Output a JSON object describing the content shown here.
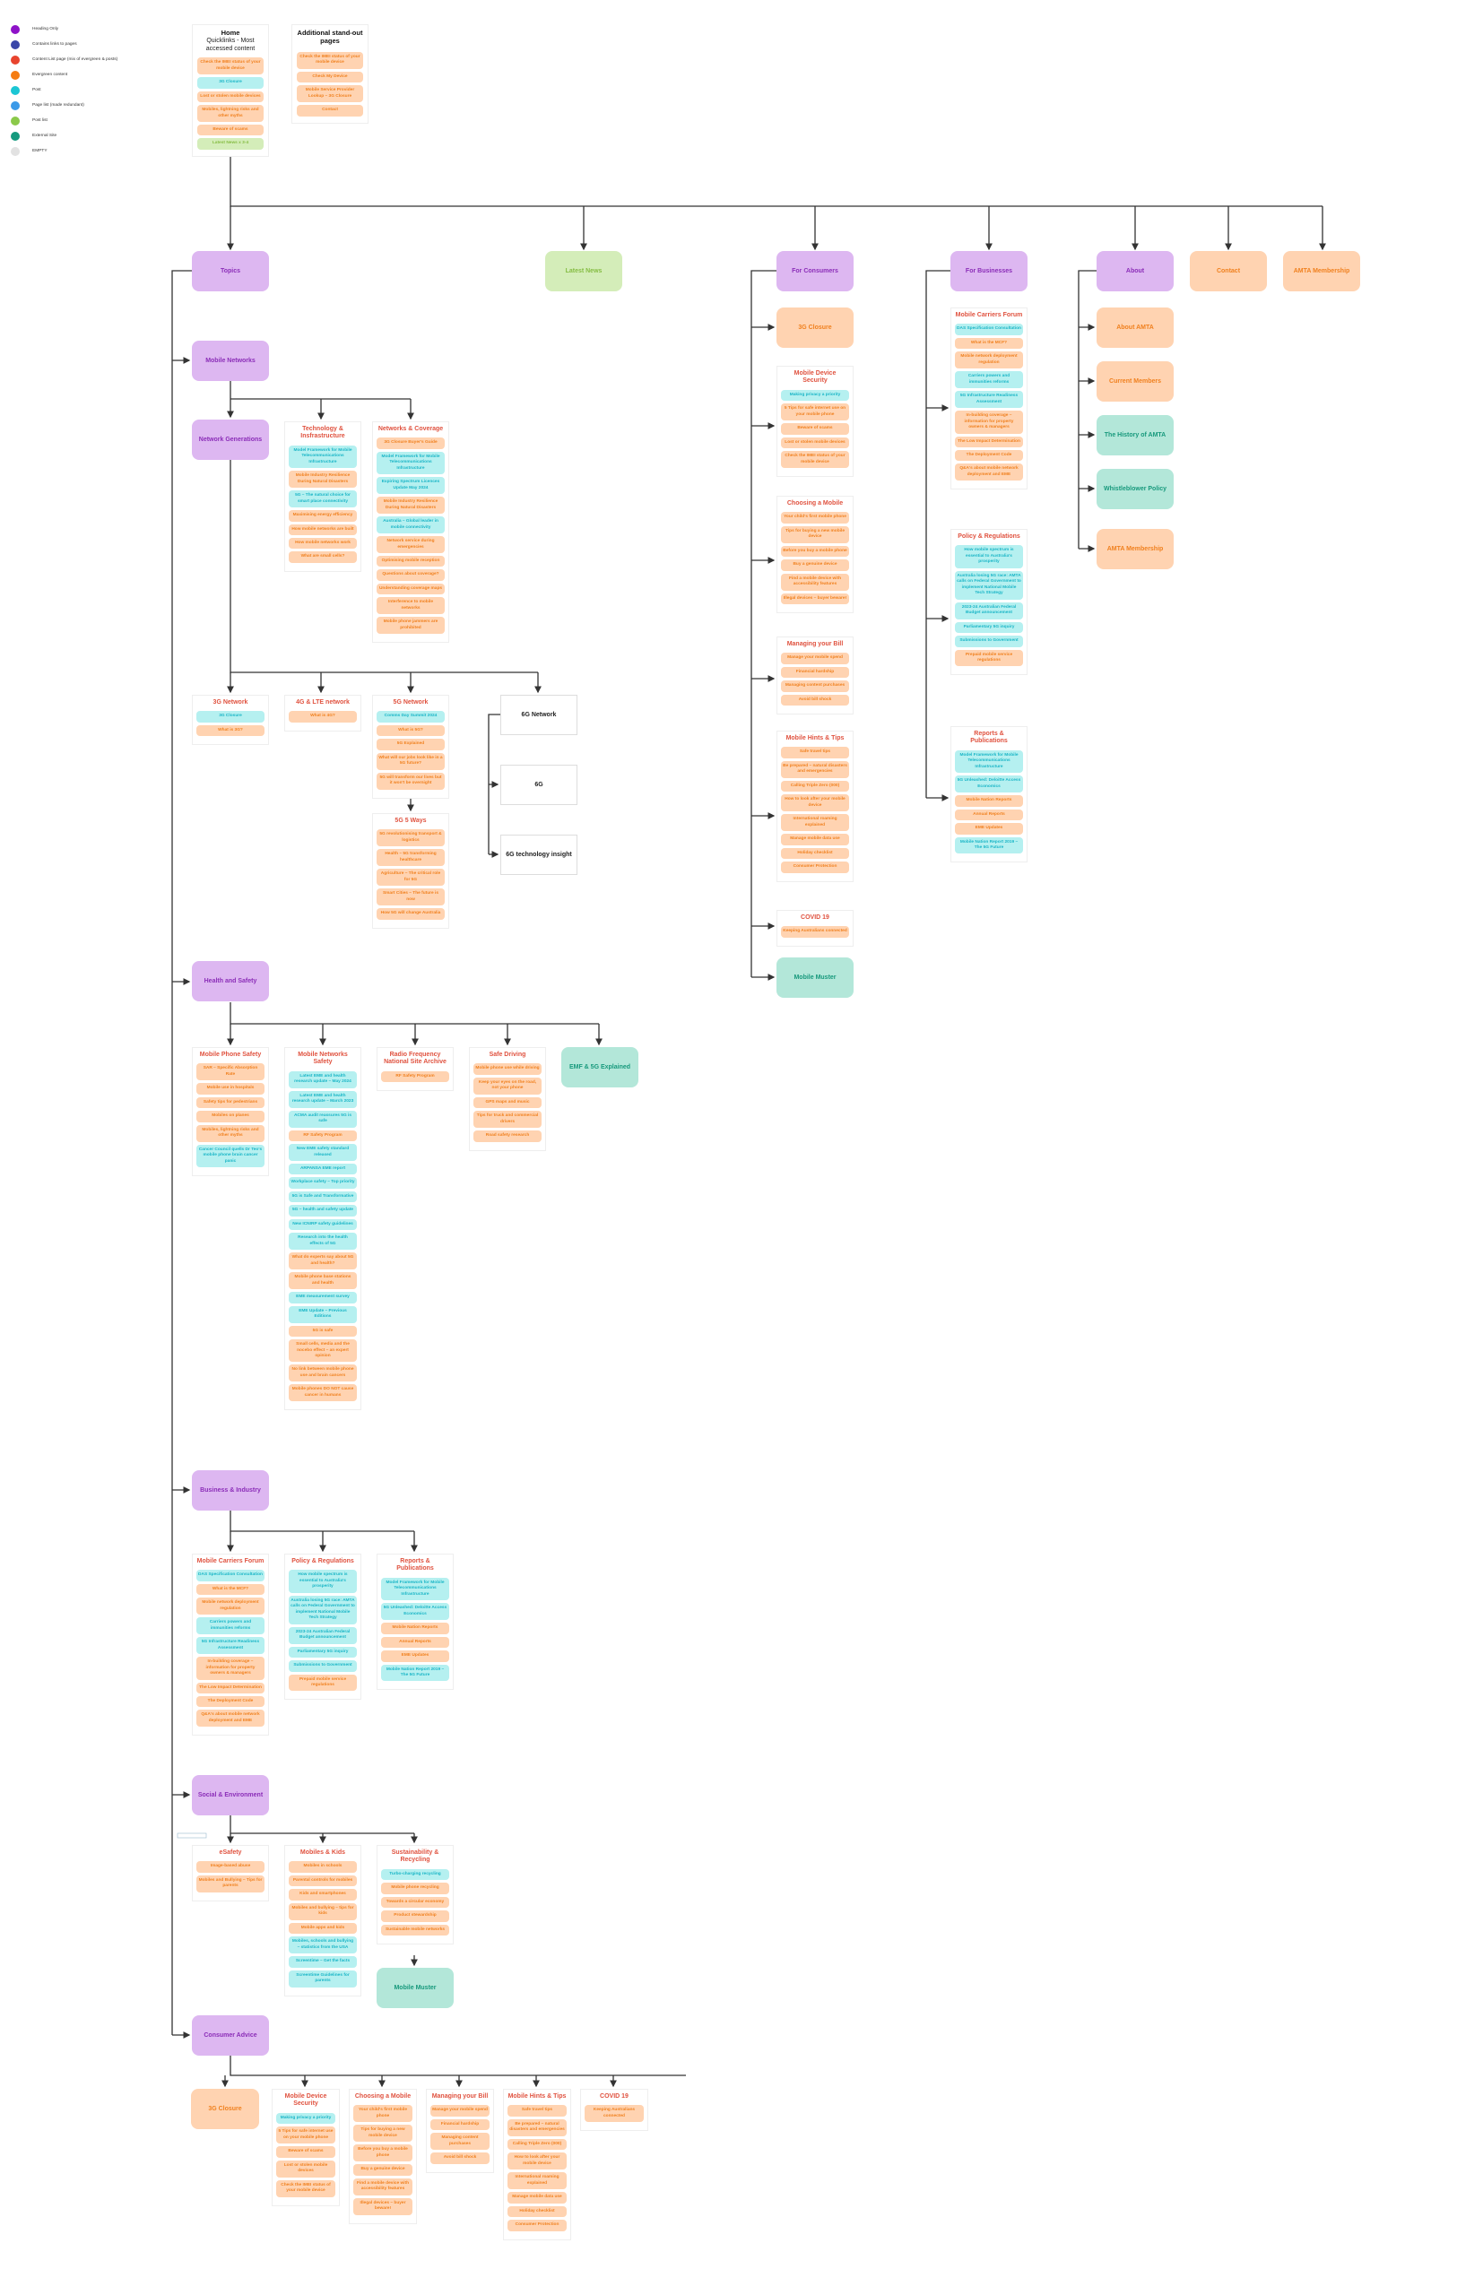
{
  "legend": [
    {
      "label": "Heading Only",
      "color": "#8e12c8"
    },
    {
      "label": "Contains links to pages",
      "color": "#3a46a8"
    },
    {
      "label": "Content List page (mix of evergreen & posts)",
      "color": "#e8442e"
    },
    {
      "label": "Evergreen content",
      "color": "#f57c12"
    },
    {
      "label": "Post",
      "color": "#1bc6d4"
    },
    {
      "label": "Page list (made redundant)",
      "color": "#3b9ae8"
    },
    {
      "label": "Post list",
      "color": "#8bc94a"
    },
    {
      "label": "External Site",
      "color": "#159a7e"
    },
    {
      "label": "EMPTY",
      "color": "#e2e2e2"
    }
  ],
  "home": {
    "title": "Home",
    "subtitle": "Quicklinks - Most accessed content",
    "items": [
      {
        "t": "Check the IMEI status of your mobile device",
        "k": "e"
      },
      {
        "t": "3G Closure",
        "k": "p"
      },
      {
        "t": "Lost or stolen mobile devices",
        "k": "e"
      },
      {
        "t": "Mobiles, lightning risks and other myths",
        "k": "e"
      },
      {
        "t": "Beware of scams",
        "k": "e"
      },
      {
        "t": "Latest News x 3-4",
        "k": "n"
      }
    ]
  },
  "additional": {
    "title": "Additional stand-out pages",
    "items": [
      {
        "t": "Check the IMEI status of your mobile device",
        "k": "e"
      },
      {
        "t": "Check My Device",
        "k": "e"
      },
      {
        "t": "Mobile Service Provider Lookup – 3G Closure",
        "k": "e"
      },
      {
        "t": "Contact",
        "k": "e"
      }
    ]
  },
  "nodes": {
    "topics": "Topics",
    "latest_news": "Latest News",
    "for_consumers": "For Consumers",
    "for_businesses": "For Businesses",
    "about": "About",
    "contact": "Contact",
    "amta_membership": "AMTA Membership",
    "closure_3g": "3G Closure",
    "mobile_muster": "Mobile Muster",
    "about_amta": "About AMTA",
    "current_members": "Current Members",
    "history": "The History of AMTA",
    "whistleblower": "Whistleblower Policy",
    "mobile_networks": "Mobile Networks",
    "network_generations": "Network Generations",
    "network_6g": "6G Network",
    "g6": "6G",
    "g6_insight": "6G technology insight",
    "health_safety": "Health and Safety",
    "emf_5g": "EMF & 5G Explained",
    "business_industry": "Business & Industry",
    "social_environment": "Social & Environment",
    "consumer_advice": "Consumer Advice"
  },
  "lists": {
    "mds": {
      "title": "Mobile Device Security",
      "items": [
        {
          "t": "Making privacy a priority",
          "k": "p"
        },
        {
          "t": "5 Tips for safe internet use on your mobile phone",
          "k": "e"
        },
        {
          "t": "Beware of scams",
          "k": "e"
        },
        {
          "t": "Lost or stolen mobile devices",
          "k": "e"
        },
        {
          "t": "Check the IMEI status of your mobile device",
          "k": "e"
        }
      ]
    },
    "choosing": {
      "title": "Choosing a Mobile",
      "items": [
        {
          "t": "Your child's first mobile phone",
          "k": "e"
        },
        {
          "t": "Tips for buying a new mobile device",
          "k": "e"
        },
        {
          "t": "Before you buy a mobile phone",
          "k": "e"
        },
        {
          "t": "Buy a genuine device",
          "k": "e"
        },
        {
          "t": "Find a mobile device with accessibility features",
          "k": "e"
        },
        {
          "t": "Illegal devices – buyer beware!",
          "k": "e"
        }
      ]
    },
    "bill": {
      "title": "Managing your Bill",
      "items": [
        {
          "t": "Manage your mobile spend",
          "k": "e"
        },
        {
          "t": "Financial hardship",
          "k": "e"
        },
        {
          "t": "Managing content purchases",
          "k": "e"
        },
        {
          "t": "Avoid bill shock",
          "k": "e"
        }
      ]
    },
    "hints": {
      "title": "Mobile Hints & Tips",
      "items": [
        {
          "t": "Safe travel tips",
          "k": "e"
        },
        {
          "t": "Be prepared – natural disasters and emergencies",
          "k": "e"
        },
        {
          "t": "Calling Triple Zero (000)",
          "k": "e"
        },
        {
          "t": "How to look after your mobile device",
          "k": "e"
        },
        {
          "t": "International roaming explained",
          "k": "e"
        },
        {
          "t": "Manage mobile data use",
          "k": "e"
        },
        {
          "t": "Holiday checklist",
          "k": "e"
        },
        {
          "t": "Consumer Protection",
          "k": "e"
        }
      ]
    },
    "covid": {
      "title": "COVID 19",
      "items": [
        {
          "t": "Keeping Australians connected",
          "k": "e"
        }
      ]
    },
    "mcf": {
      "title": "Mobile Carriers Forum",
      "items": [
        {
          "t": "DAS Specification Consultation",
          "k": "p"
        },
        {
          "t": "What is the MCF?",
          "k": "e"
        },
        {
          "t": "Mobile network deployment regulation",
          "k": "e"
        },
        {
          "t": "Carriers powers and immunities reforms",
          "k": "p"
        },
        {
          "t": "5G Infrastructure Readiness Assessment",
          "k": "p"
        },
        {
          "t": "In-building coverage – information for property owners & managers",
          "k": "e"
        },
        {
          "t": "The Low Impact Determination",
          "k": "e"
        },
        {
          "t": "The Deployment Code",
          "k": "e"
        },
        {
          "t": "Q&A's about mobile network deployment and EME",
          "k": "e"
        }
      ]
    },
    "policy": {
      "title": "Policy & Regulations",
      "items": [
        {
          "t": "How mobile spectrum is essential to Australia's prosperity",
          "k": "p"
        },
        {
          "t": "Australia losing 5G race: AMTA calls on Federal Government to implement National Mobile Tech Strategy",
          "k": "p"
        },
        {
          "t": "2023-24 Australian Federal Budget announcement",
          "k": "p"
        },
        {
          "t": "Parliamentary 5G inquiry",
          "k": "p"
        },
        {
          "t": "Submissions to Government",
          "k": "p"
        },
        {
          "t": "Prepaid mobile service regulations",
          "k": "e"
        }
      ]
    },
    "reports": {
      "title": "Reports & Publications",
      "items": [
        {
          "t": "Model Framework for Mobile Telecommunications Infrastructure",
          "k": "p"
        },
        {
          "t": "5G Unleashed: Deloitte Access Economics",
          "k": "p"
        },
        {
          "t": "Mobile Nation Reports",
          "k": "e"
        },
        {
          "t": "Annual Reports",
          "k": "e"
        },
        {
          "t": "EME Updates",
          "k": "e"
        },
        {
          "t": "Mobile Nation Report 2019 – The 5G Future",
          "k": "p"
        }
      ]
    },
    "tech": {
      "title": "Technology & Insfrastructure",
      "items": [
        {
          "t": "Model Framework for Mobile Telecommunications Infrastructure",
          "k": "p"
        },
        {
          "t": "Mobile Industry Resilience During Natural Disasters",
          "k": "e"
        },
        {
          "t": "5G – The natural choice for smart place connectivity",
          "k": "p"
        },
        {
          "t": "Maximising energy efficiency",
          "k": "e"
        },
        {
          "t": "How mobile networks are built",
          "k": "e"
        },
        {
          "t": "How mobile networks work",
          "k": "e"
        },
        {
          "t": "What are small cells?",
          "k": "e"
        }
      ]
    },
    "coverage": {
      "title": "Networks & Coverage",
      "items": [
        {
          "t": "3G Closure Buyer's Guide",
          "k": "e"
        },
        {
          "t": "Model Framework for Mobile Telecommunications Infrastructure",
          "k": "p"
        },
        {
          "t": "Expiring Spectrum Licences Update May 2024",
          "k": "p"
        },
        {
          "t": "Mobile Industry Resilience During Natural Disasters",
          "k": "e"
        },
        {
          "t": "Australia – Global leader in mobile connectivity",
          "k": "p"
        },
        {
          "t": "Network service during emergencies",
          "k": "e"
        },
        {
          "t": "Optimising mobile reception",
          "k": "e"
        },
        {
          "t": "Questions about coverage?",
          "k": "e"
        },
        {
          "t": "Understanding coverage maps",
          "k": "e"
        },
        {
          "t": "Interference to mobile networks",
          "k": "e"
        },
        {
          "t": "Mobile phone jammers are prohibited",
          "k": "e"
        }
      ]
    },
    "n3g": {
      "title": "3G Network",
      "items": [
        {
          "t": "3G Closure",
          "k": "p"
        },
        {
          "t": "What is 3G?",
          "k": "e"
        }
      ]
    },
    "n4g": {
      "title": "4G & LTE network",
      "items": [
        {
          "t": "What is 4G?",
          "k": "e"
        }
      ]
    },
    "n5g": {
      "title": "5G Network",
      "items": [
        {
          "t": "Comms Day Summit 2024",
          "k": "p"
        },
        {
          "t": "What is 5G?",
          "k": "e"
        },
        {
          "t": "5G Explained",
          "k": "e"
        },
        {
          "t": "What will our jobs look like in a 5G future?",
          "k": "e"
        },
        {
          "t": "5G will transform our lives but it won't be overnight",
          "k": "e"
        }
      ]
    },
    "ways5g": {
      "title": "5G 5 Ways",
      "items": [
        {
          "t": "5G revolutionising transport & logistics",
          "k": "e"
        },
        {
          "t": "Health – 5G transforming healthcare",
          "k": "e"
        },
        {
          "t": "Agriculture – The critical role for 5G",
          "k": "e"
        },
        {
          "t": "Smart Cities – The future is now",
          "k": "e"
        },
        {
          "t": "How 5G will change Australia",
          "k": "e"
        }
      ]
    },
    "mps": {
      "title": "Mobile Phone Safety",
      "items": [
        {
          "t": "SAR – Specific Absorption Rate",
          "k": "e"
        },
        {
          "t": "Mobile use in hospitals",
          "k": "e"
        },
        {
          "t": "Safety tips for pedestrians",
          "k": "e"
        },
        {
          "t": "Mobiles on planes",
          "k": "e"
        },
        {
          "t": "Mobiles, lightning risks and other myths",
          "k": "e"
        },
        {
          "t": "Cancer Council quells Dr Teo's mobile phone brain cancer panic",
          "k": "p"
        }
      ]
    },
    "mns": {
      "title": "Mobile Networks Safety",
      "items": [
        {
          "t": "Latest EME and health research update – May 2024",
          "k": "p"
        },
        {
          "t": "Latest EME and health research update – March 2023",
          "k": "p"
        },
        {
          "t": "ACMA audit reassures 5G is safe",
          "k": "p"
        },
        {
          "t": "RF Safety Program",
          "k": "e"
        },
        {
          "t": "New EME safety standard released",
          "k": "p"
        },
        {
          "t": "ARPANSA EME report",
          "k": "p"
        },
        {
          "t": "Workplace safety – Top priority",
          "k": "p"
        },
        {
          "t": "5G is Safe and Transformative",
          "k": "p"
        },
        {
          "t": "5G – health and safety update",
          "k": "p"
        },
        {
          "t": "New ICNIRP safety guidelines",
          "k": "p"
        },
        {
          "t": "Research into the health effects of 5G",
          "k": "p"
        },
        {
          "t": "What do experts say about 5G and health?",
          "k": "e"
        },
        {
          "t": "Mobile phone base stations and health",
          "k": "e"
        },
        {
          "t": "EME measurement survey",
          "k": "p"
        },
        {
          "t": "EME Update – Previous Editions",
          "k": "p"
        },
        {
          "t": "5G is safe",
          "k": "e"
        },
        {
          "t": "Small cells, media and the nocebo effect – an expert opinion",
          "k": "e"
        },
        {
          "t": "No link between mobile phone use and brain cancers",
          "k": "e"
        },
        {
          "t": "Mobile phones DO NOT cause cancer in humans",
          "k": "e"
        }
      ]
    },
    "rf": {
      "title": "Radio Frequency National Site Archive",
      "items": [
        {
          "t": "RF Safety Program",
          "k": "e"
        }
      ]
    },
    "driving": {
      "title": "Safe Driving",
      "items": [
        {
          "t": "Mobile phone use while driving",
          "k": "e"
        },
        {
          "t": "Keep your eyes on the road, not your phone",
          "k": "e"
        },
        {
          "t": "GPS maps and music",
          "k": "e"
        },
        {
          "t": "Tips for truck and commercial drivers",
          "k": "e"
        },
        {
          "t": "Road safety research",
          "k": "e"
        }
      ]
    },
    "esafety": {
      "title": "eSafety",
      "items": [
        {
          "t": "Image-based abuse",
          "k": "e"
        },
        {
          "t": "Mobiles and Bullying – Tips for parents",
          "k": "e"
        }
      ]
    },
    "kids": {
      "title": "Mobiles & Kids",
      "items": [
        {
          "t": "Mobiles in schools",
          "k": "e"
        },
        {
          "t": "Parental controls for mobiles",
          "k": "e"
        },
        {
          "t": "Kids and smartphones",
          "k": "e"
        },
        {
          "t": "Mobiles and bullying – tips for kids",
          "k": "e"
        },
        {
          "t": "Mobile apps and kids",
          "k": "e"
        },
        {
          "t": "Mobiles, schools and bullying – statistics from the USA",
          "k": "p"
        },
        {
          "t": "Screentime – Get the facts",
          "k": "p"
        },
        {
          "t": "Screentime Guidelines for parents",
          "k": "p"
        }
      ]
    },
    "sustain": {
      "title": "Sustainability & Recycling",
      "items": [
        {
          "t": "Turbo-charging recycling",
          "k": "p"
        },
        {
          "t": "Mobile phone recycling",
          "k": "e"
        },
        {
          "t": "Towards a circular economy",
          "k": "e"
        },
        {
          "t": "Product stewardship",
          "k": "e"
        },
        {
          "t": "Sustainable mobile networks",
          "k": "e"
        }
      ]
    }
  }
}
